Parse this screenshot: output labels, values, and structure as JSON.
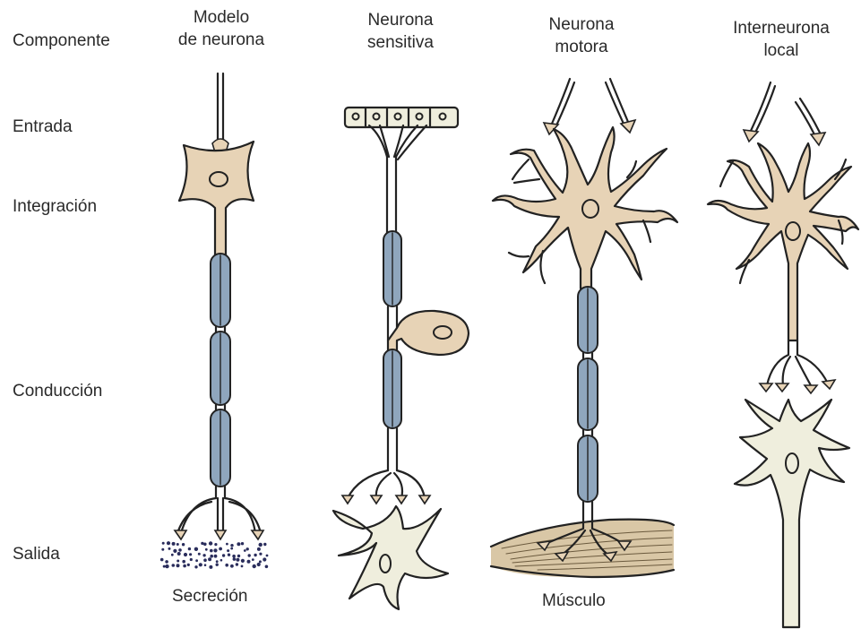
{
  "rows": {
    "component": "Componente",
    "input": "Entrada",
    "integration": "Integración",
    "conduction": "Conducción",
    "output": "Salida"
  },
  "columns": [
    {
      "line1": "Modelo",
      "line2": "de neurona"
    },
    {
      "line1": "Neurona",
      "line2": "sensitiva"
    },
    {
      "line1": "Neurona",
      "line2": "motora"
    },
    {
      "line1": "Interneurona",
      "line2": "local"
    }
  ],
  "targets": {
    "secretion": "Secreción",
    "muscle": "Músculo"
  },
  "colors": {
    "soma": "#e7d3b6",
    "myelin": "#8fa6bd",
    "target_cell": "#efeedd",
    "secretion_dots": "#2a2d5c",
    "muscle": "#d9c7a6"
  }
}
